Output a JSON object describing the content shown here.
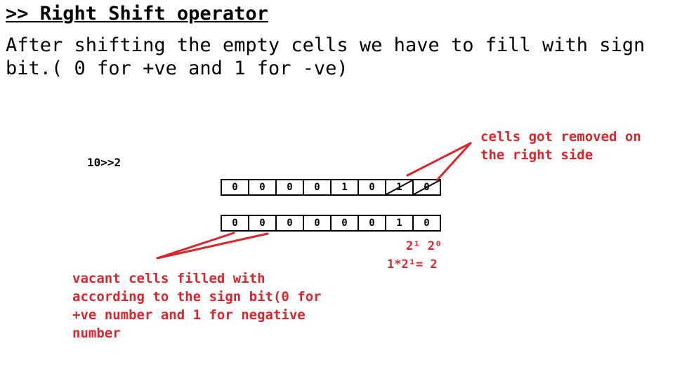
{
  "title": ">> Right Shift operator",
  "description": "After shifting the empty cells we have to fill with sign\nbit.( 0 for +ve and 1 for -ve)",
  "expression": "10>>2",
  "row_before": [
    "0",
    "0",
    "0",
    "0",
    "1",
    "0",
    "1",
    "0"
  ],
  "row_after": [
    "0",
    "0",
    "0",
    "0",
    "0",
    "0",
    "1",
    "0"
  ],
  "struck_cells_before": [
    6,
    7
  ],
  "note_removed": "cells got removed on\nthe right side",
  "note_vacant": "vacant cells filled with\naccording to the sign bit(0 for\n+ve number and 1 for negative\nnumber",
  "powers": "2¹ 2⁰",
  "calculation": "1*2¹= 2",
  "colors": {
    "annotation": "#d9262c",
    "text": "#000000"
  }
}
